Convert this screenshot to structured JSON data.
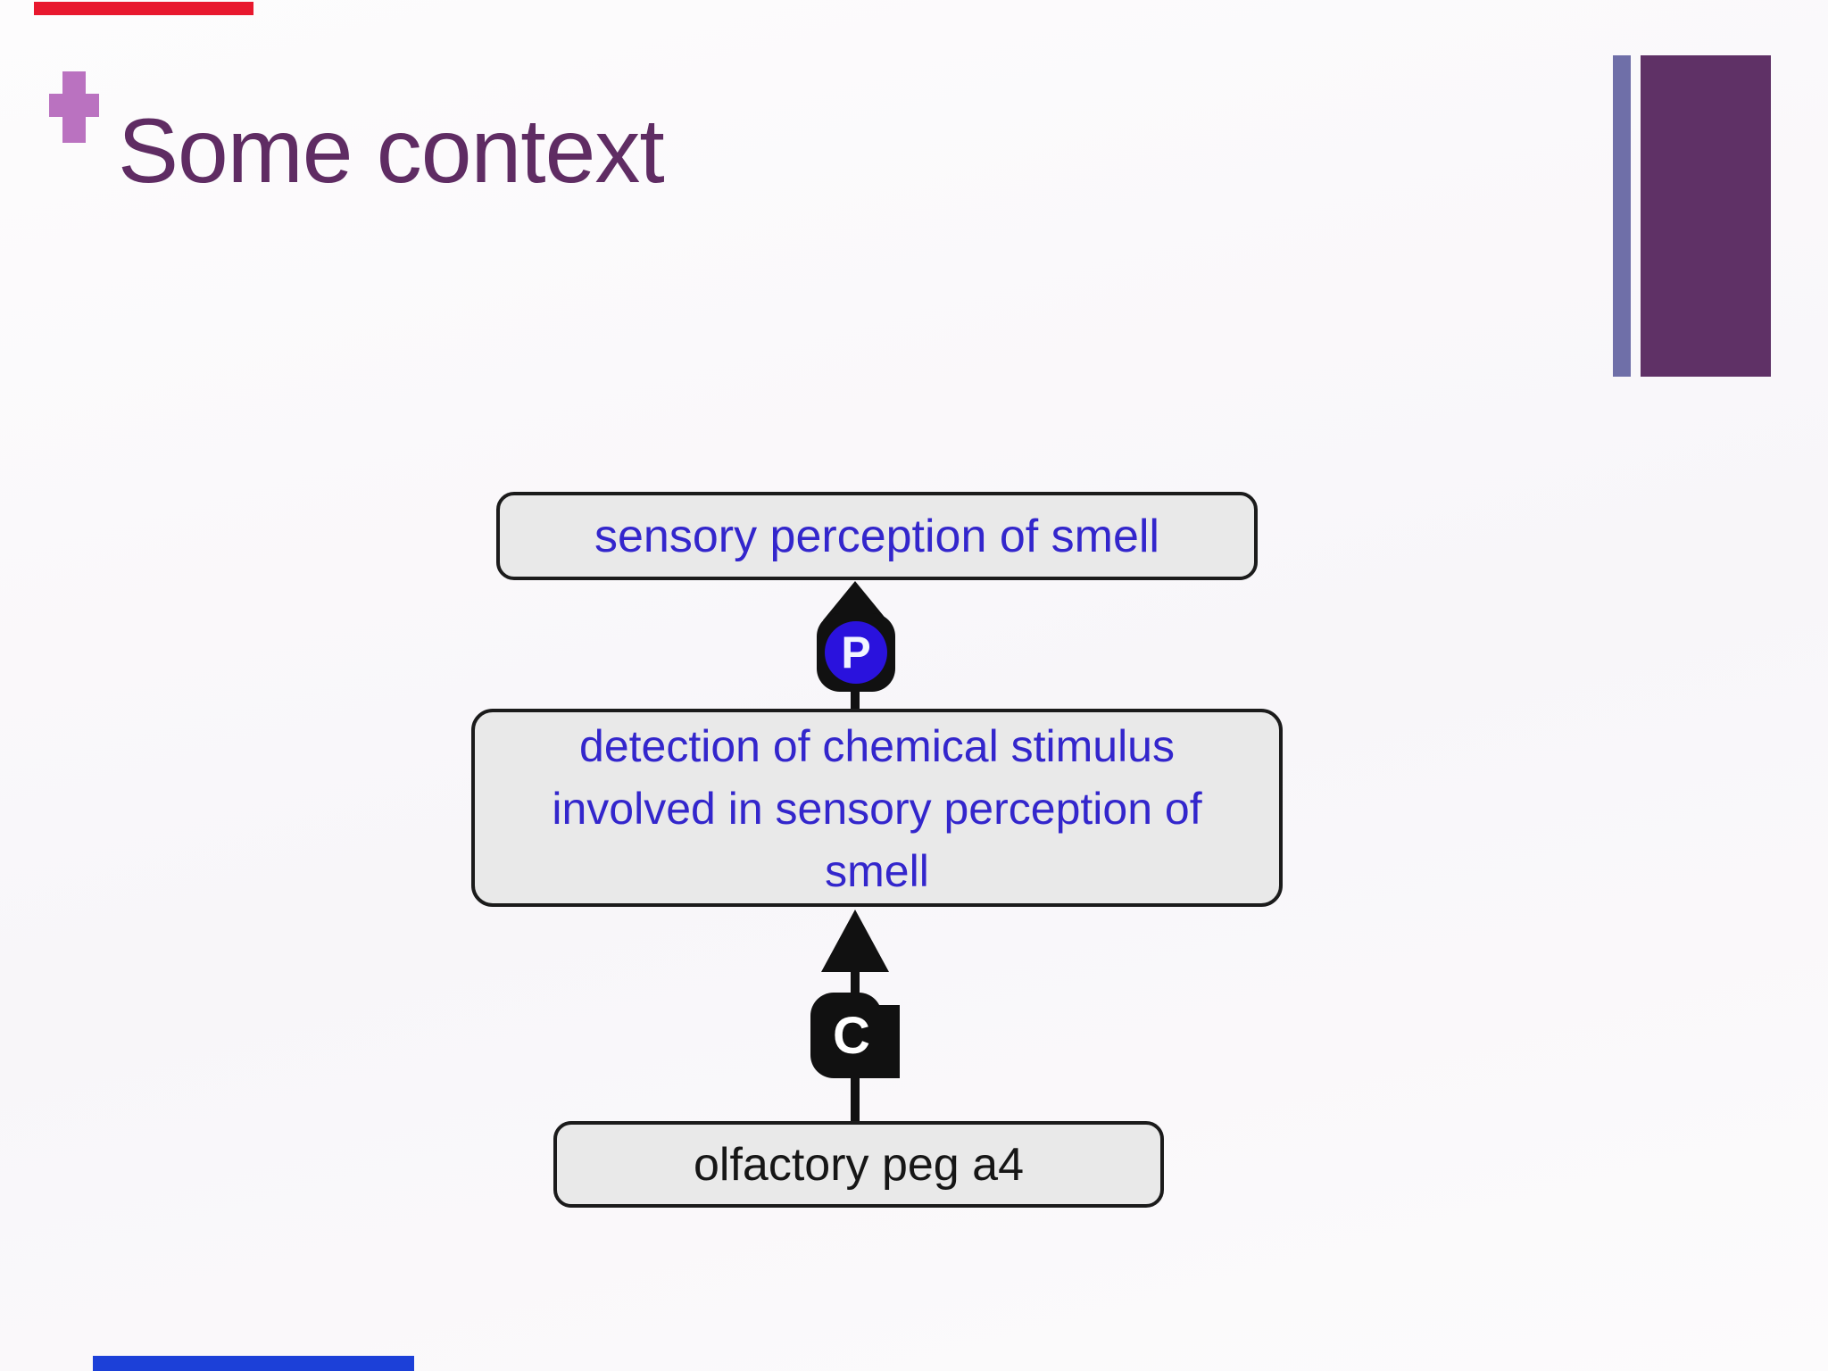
{
  "slide": {
    "title": "Some context",
    "colors": {
      "title_text": "#5f2c63",
      "plus_icon": "#ba72c0",
      "right_thin_bar": "#6f6fa8",
      "right_wide_bar": "#5f3166",
      "top_edge_bar": "#e8182e",
      "bottom_edge_bar": "#1c40d8",
      "background": "#faf8fb"
    }
  },
  "diagram": {
    "type": "ontology-ancestor-diagram",
    "node_style": {
      "fill": "#e9e9e9",
      "border": "#1b1b1b"
    },
    "nodes": [
      {
        "label": "sensory perception of smell",
        "text_color": "#3326cc"
      },
      {
        "label": "detection of chemical stimulus involved in sensory perception of smell",
        "lines": [
          "detection of chemical stimulus",
          "involved in sensory perception of",
          "smell"
        ],
        "text_color": "#3326cc"
      },
      {
        "label": "olfactory peg a4",
        "text_color": "#161616"
      }
    ],
    "edges": [
      {
        "from": "detection of chemical stimulus involved in sensory perception of smell",
        "to": "sensory perception of smell",
        "relation": "P",
        "badge_bg": "#2a12dd",
        "badge_letter_color": "#f2f5ff"
      },
      {
        "from": "olfactory peg a4",
        "to": "detection of chemical stimulus involved in sensory perception of smell",
        "relation": "C",
        "badge_bg": "#111111",
        "badge_letter_color": "#ffffff"
      }
    ]
  }
}
